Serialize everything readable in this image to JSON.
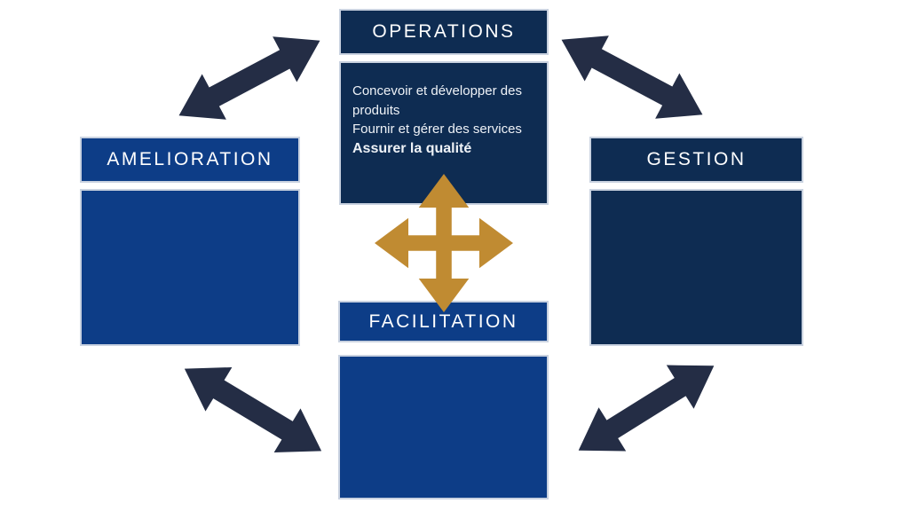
{
  "diagram": {
    "title_visible": false,
    "boxes": {
      "operations": {
        "label": "OPERATIONS",
        "items": [
          "Concevoir et développer des produits",
          "Fournir et gérer des services",
          "Assurer la qualité"
        ]
      },
      "amelioration": {
        "label": "AMELIORATION",
        "items": []
      },
      "gestion": {
        "label": "GESTION",
        "items": []
      },
      "facilitation": {
        "label": "FACILITATION",
        "items": []
      }
    },
    "connections": [
      {
        "from": "amelioration",
        "to": "operations",
        "bidirectional": true
      },
      {
        "from": "operations",
        "to": "gestion",
        "bidirectional": true
      },
      {
        "from": "amelioration",
        "to": "facilitation",
        "bidirectional": true
      },
      {
        "from": "facilitation",
        "to": "gestion",
        "bidirectional": true
      },
      {
        "center": "four-way-exchange",
        "bidirectional": true
      }
    ],
    "colors": {
      "navy_box": "#0e2c52",
      "blue_box": "#0d3d87",
      "diagonal_arrow": "#242d45",
      "center_arrow_gold": "#c08b32",
      "header_text": "#ffffff",
      "body_text": "#eef2f7",
      "box_border": "#c9d2e0",
      "background": "#ffffff"
    }
  }
}
